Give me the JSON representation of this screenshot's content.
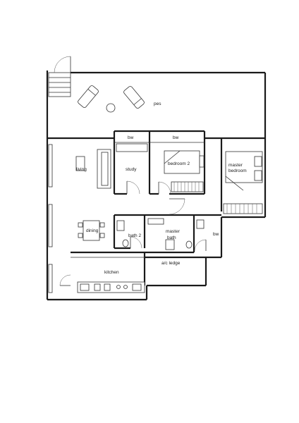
{
  "floor_plan": {
    "rooms": {
      "pes": "pes",
      "bw_study": "bw",
      "bw_bedroom2": "bw",
      "living": "living",
      "study": "study",
      "bedroom2": "bedroom 2",
      "master_bedroom_line1": "master",
      "master_bedroom_line2": "bedroom",
      "dining": "dining",
      "bath2": "bath 2",
      "master_bath_line1": "master",
      "master_bath_line2": "bath",
      "bw_master": "bw",
      "ac_ledge": "a/c ledge",
      "kitchen": "kitchen"
    }
  }
}
